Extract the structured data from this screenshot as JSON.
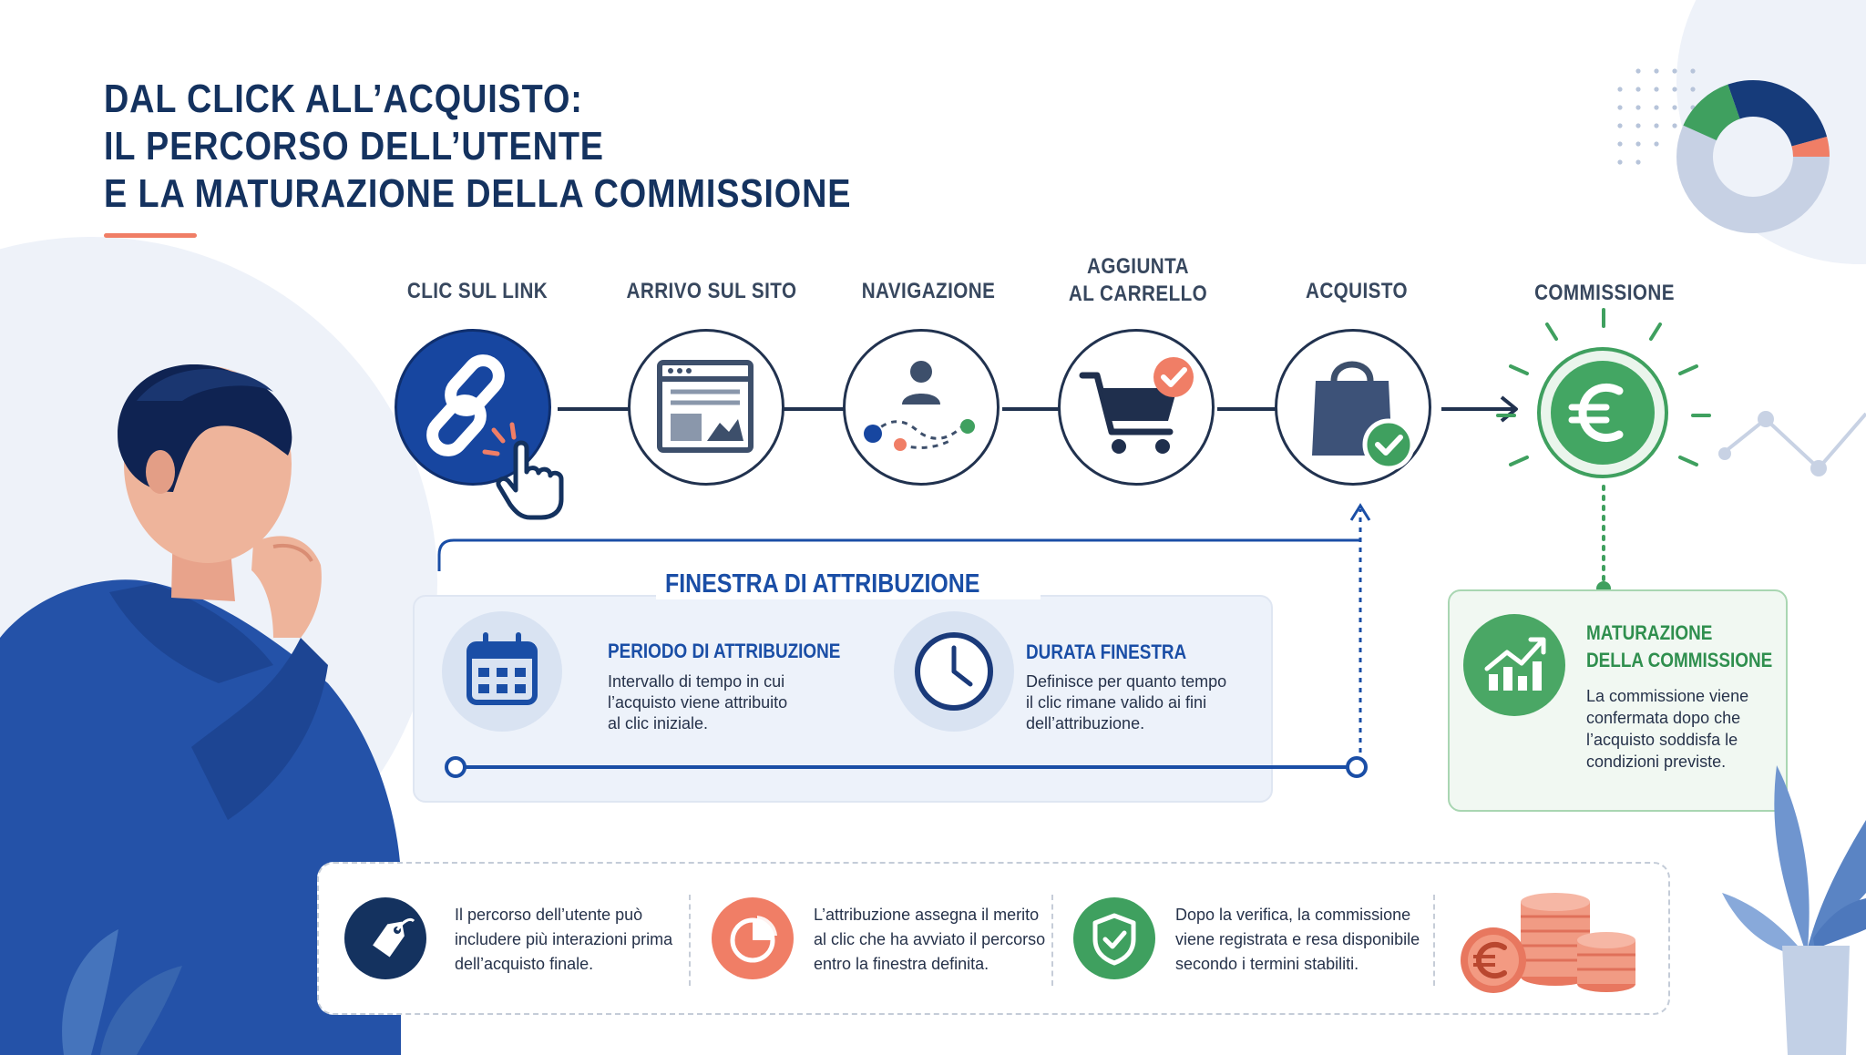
{
  "title": {
    "line1": "DAL CLICK ALL’ACQUISTO:",
    "line2": "IL PERCORSO DELL’UTENTE",
    "line3": "E LA MATURAZIONE DELLA COMMISSIONE"
  },
  "steps": [
    {
      "label_line1": "CLIC SUL LINK",
      "label_line2": "",
      "icon": "link-icon"
    },
    {
      "label_line1": "ARRIVO SUL SITO",
      "label_line2": "",
      "icon": "browser-window-icon"
    },
    {
      "label_line1": "NAVIGAZIONE",
      "label_line2": "",
      "icon": "user-path-icon"
    },
    {
      "label_line1": "AGGIUNTA",
      "label_line2": "AL CARRELLO",
      "icon": "shopping-cart-icon"
    },
    {
      "label_line1": "ACQUISTO",
      "label_line2": "",
      "icon": "shopping-bag-icon"
    },
    {
      "label_line1": "COMMISSIONE",
      "label_line2": "",
      "icon": "euro-icon"
    }
  ],
  "attribution": {
    "title": "FINESTRA DI ATTRIBUZIONE",
    "period": {
      "title": "PERIODO DI ATTRIBUZIONE",
      "text": "Intervallo di tempo in cui\nl’acquisto viene attribuito\nal clic iniziale."
    },
    "duration": {
      "title": "DURATA FINESTRA",
      "text": "Definisce per quanto tempo\nil clic rimane valido ai fini\ndell’attribuzione."
    }
  },
  "maturation": {
    "title_line1": "MATURAZIONE",
    "title_line2": "DELLA COMMISSIONE",
    "text": "La commissione viene\nconfermata dopo che\nl’acquisto soddisfa le\ncondizioni previste."
  },
  "notes": [
    {
      "text": "Il percorso dell’utente può\nincludere più interazioni prima\ndell’acquisto finale.",
      "icon": "price-tag-icon"
    },
    {
      "text": "L’attribuzione assegna il merito\nal clic che ha avviato il percorso\nentro la finestra definita.",
      "icon": "pie-chart-icon"
    },
    {
      "text": "Dopo la verifica, la commissione\nviene registrata e resa disponibile\nsecondo i termini stabiliti.",
      "icon": "shield-check-icon"
    }
  ],
  "colors": {
    "navy": "#14325f",
    "blue": "#1746a0",
    "green": "#3fa05f",
    "coral": "#f07e66",
    "light_blue": "#e8eef8"
  }
}
